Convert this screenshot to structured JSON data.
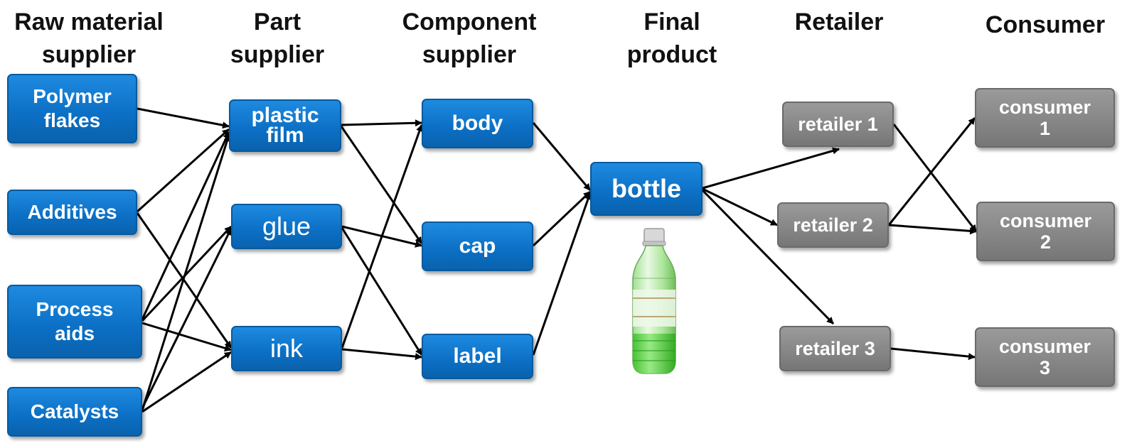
{
  "headers": {
    "raw": "Raw material\nsupplier",
    "part": "Part\nsupplier",
    "component": "Component\nsupplier",
    "final": "Final\nproduct",
    "retailer": "Retailer",
    "consumer": "Consumer"
  },
  "nodes": {
    "polymer": "Polymer\nflakes",
    "additives": "Additives",
    "process": "Process\naids",
    "catalysts": "Catalysts",
    "plastic_film": "plastic\nfilm",
    "glue": "glue",
    "ink": "ink",
    "body": "body",
    "cap": "cap",
    "label": "label",
    "bottle": "bottle",
    "retailer1": "retailer 1",
    "retailer2": "retailer 2",
    "retailer3": "retailer 3",
    "consumer1": "consumer\n1",
    "consumer2": "consumer\n2",
    "consumer3": "consumer\n3"
  },
  "colors": {
    "supply_node": "#0b6fc4",
    "retail_node": "#858585",
    "arrow": "#000000",
    "bottle_liquid": "#4fd43a",
    "bottle_cap": "#d8d8d8"
  },
  "icons": {
    "product_image": "green-plastic-bottle-icon"
  }
}
